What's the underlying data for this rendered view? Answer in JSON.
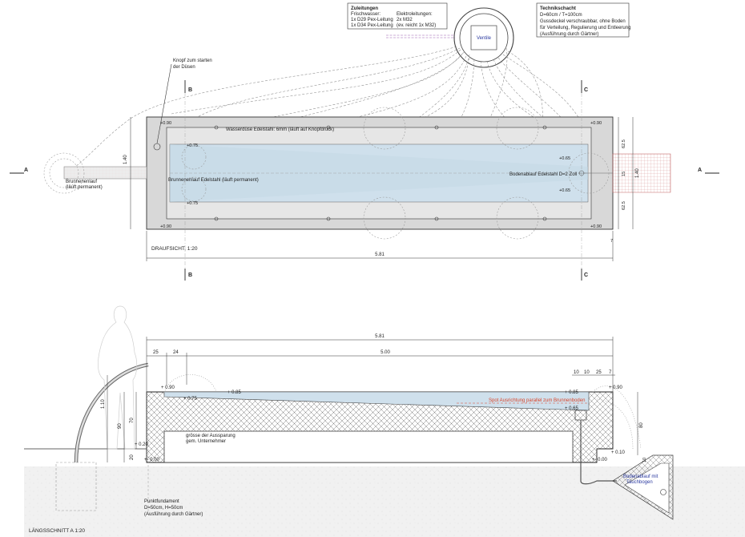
{
  "colors": {
    "water": "#cfe0ec",
    "frame": "#d8d8d8",
    "ground": "#e5e5e5",
    "concrete": "#ececec",
    "highlight_red": "#d9452b",
    "valve_text": "#2b3aa0",
    "pipe_purple": "#9a5ab0"
  },
  "plan": {
    "title": "DRAUFSICHT, 1:20",
    "dim_length": "5.81",
    "dim_width": "1.40",
    "dim_right_width": "1.40",
    "dim_right_top": "62.5",
    "dim_right_mid": "15",
    "dim_right_bottom": "62.5",
    "dim_right_small": "7",
    "level_090_tl": "+0.90",
    "level_090_tr": "+0.90",
    "level_090_bl": "+0.90",
    "level_090_br": "+0.90",
    "level_075_top": "+0.75",
    "level_075_bottom": "+0.75",
    "level_065_top": "+0.65",
    "level_065_bottom": "+0.65",
    "label_nozzle": "Wasserdüse Edelstahl: 6mm (läuft auf Knopfdruck)",
    "label_outlet": "Brunnenenlauf Edelstahl (läuft permanent)",
    "label_drain": "Bodenablauf Edelstahl D=2 Zoll",
    "label_fountain_line1": "Brunnenenlauf",
    "label_fountain_line2": "(läuft permanent)",
    "label_button_line1": "Knopf zum starten",
    "label_button_line2": "der Düsen",
    "section_a_left": "A",
    "section_a_right": "A",
    "section_b_top": "B",
    "section_b_bottom": "B",
    "section_c_top": "C",
    "section_c_bottom": "C"
  },
  "supply": {
    "title": "Zuleitungen",
    "col1_line1": "Frischwasser:",
    "col1_line2": "1x D29 Pex-Leitung",
    "col1_line3": "1x D34 Pex-Leitung",
    "col2_line1": "Elektroleitungen:",
    "col2_line2": "2x M32",
    "col2_line3": "(ev. reicht 1x M32)"
  },
  "shaft": {
    "title": "Technikschacht",
    "line1": "D=60cm / T=100cm",
    "line2": "Gussdeckel verschraubbar, ohne Boden",
    "line3": "für Verteilung, Regulierung und Entleerung",
    "line4": "(Ausführung durch Gärtner)",
    "valve_label": "Ventile"
  },
  "section": {
    "title": "LÄNGSSCHNITT A 1:20",
    "dim_total": "5.81",
    "dim_inner": "5.00",
    "dim_left_25": "25",
    "dim_left_24": "24",
    "dim_right_10a": "10",
    "dim_right_10b": "10",
    "dim_right_25": "25",
    "dim_right_7": "7",
    "dim_height_110": "1.10",
    "dim_height_90": "90",
    "dim_height_70": "70",
    "dim_height_20": "20",
    "dim_height_80": "80",
    "dim_height_10": "10",
    "level_090_l": "+ 0.90",
    "level_075": "+ 0.75",
    "level_085_l": "+ 0.85",
    "level_085_r": "+ 0.85",
    "level_065": "+ 0.65",
    "level_090_r": "+ 0.90",
    "level_020": "+ 0.20",
    "level_000_l": "+- 0.00",
    "level_000_r": "+- 0.00",
    "level_010": "+ 0.10",
    "label_spot": "Spot Ausrichtung parallel zum Brunnenboden",
    "label_recess_line1": "grösse der Aussparung",
    "label_recess_line2": "gem. Unternehmer",
    "label_foundation_line1": "Punktfundament",
    "label_foundation_line2": "D=50cm, H=50cm",
    "label_foundation_line3": "(Ausführung durch Gärtner)",
    "label_drain_line1": "Bodenablauf mit",
    "label_drain_line2": "Tauchbogen"
  }
}
